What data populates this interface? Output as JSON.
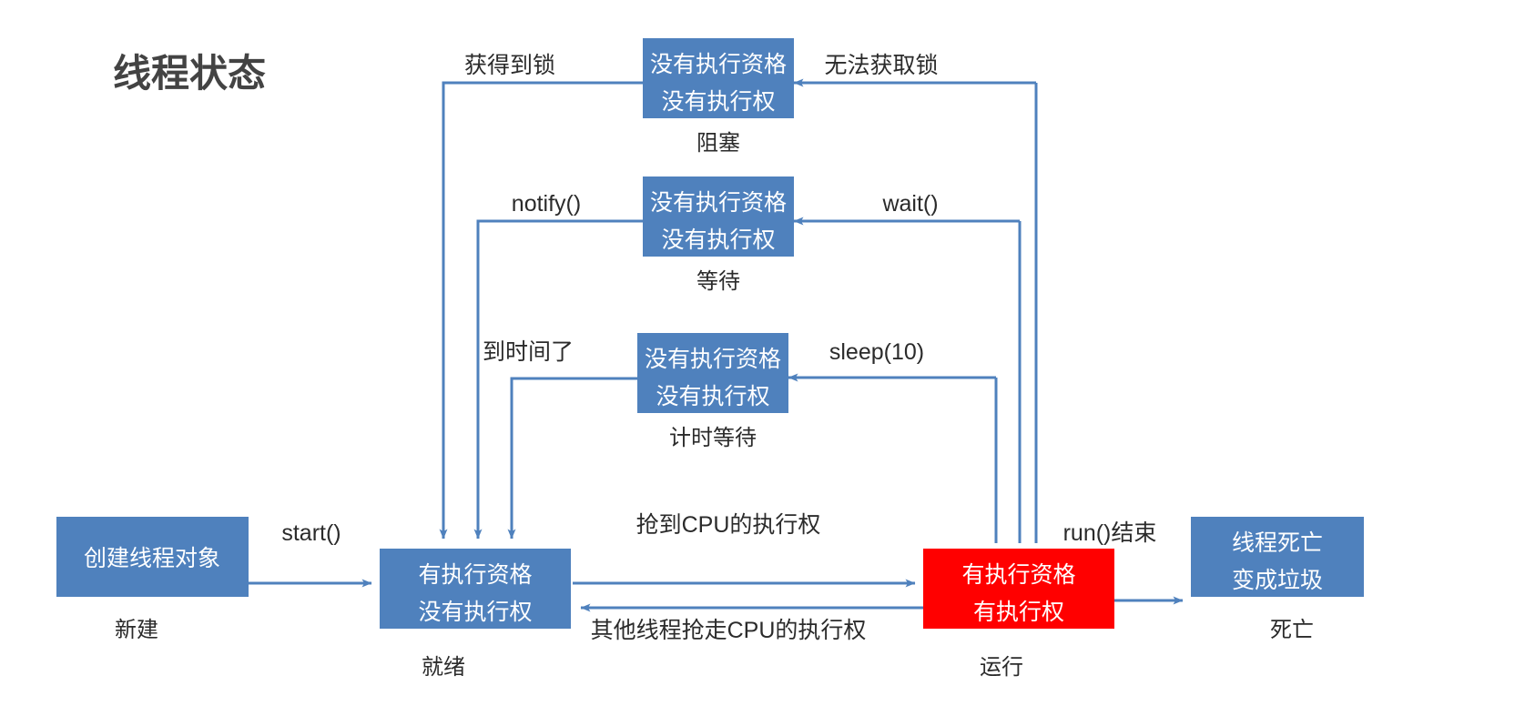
{
  "title": "线程状态",
  "colors": {
    "box_blue": "#4F81BD",
    "box_red": "#FF0000",
    "arrow_blue": "#4F81BD",
    "title_gray": "#434343",
    "text_dark": "#2B2B2B",
    "box_text": "#FFFFFF",
    "background": "#FFFFFF"
  },
  "boxes": {
    "new": {
      "lines": [
        "创建线程对象"
      ],
      "caption": "新建",
      "fill": "#4F81BD"
    },
    "ready": {
      "lines": [
        "有执行资格",
        "没有执行权"
      ],
      "caption": "就绪",
      "fill": "#4F81BD"
    },
    "running": {
      "lines": [
        "有执行资格",
        "有执行权"
      ],
      "caption": "运行",
      "fill": "#FF0000"
    },
    "dead": {
      "lines": [
        "线程死亡",
        "变成垃圾"
      ],
      "caption": "死亡",
      "fill": "#4F81BD"
    },
    "blocked": {
      "lines": [
        "没有执行资格",
        "没有执行权"
      ],
      "caption": "阻塞",
      "fill": "#4F81BD"
    },
    "waiting": {
      "lines": [
        "没有执行资格",
        "没有执行权"
      ],
      "caption": "等待",
      "fill": "#4F81BD"
    },
    "timed_waiting": {
      "lines": [
        "没有执行资格",
        "没有执行权"
      ],
      "caption": "计时等待",
      "fill": "#4F81BD"
    }
  },
  "edges": {
    "start": "start()",
    "grab_cpu": "抢到CPU的执行权",
    "lose_cpu": "其他线程抢走CPU的执行权",
    "run_end": "run()结束",
    "acquire_lock": "获得到锁",
    "cannot_acquire_lock": "无法获取锁",
    "notify": "notify()",
    "wait": "wait()",
    "time_up": "到时间了",
    "sleep": "sleep(10)"
  }
}
